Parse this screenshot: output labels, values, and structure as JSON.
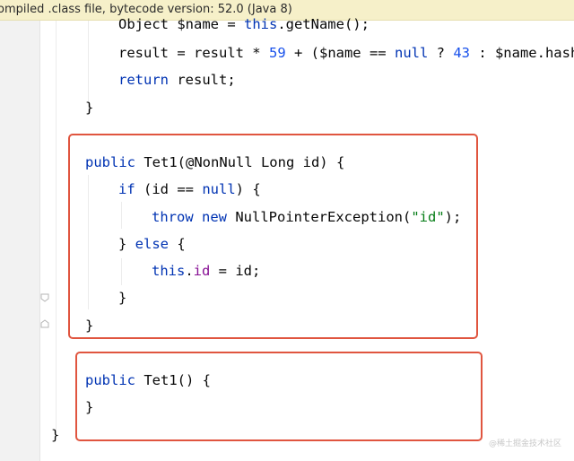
{
  "banner": {
    "text": "ompiled .class file, bytecode version: 52.0 (Java 8)"
  },
  "code": {
    "line_name": [
      {
        "t": "Object $name = ",
        "c": ""
      },
      {
        "t": "this",
        "c": "kw"
      },
      {
        "t": ".getName();",
        "c": ""
      }
    ],
    "line_result": [
      {
        "t": "result = result * ",
        "c": ""
      },
      {
        "t": "59",
        "c": "num"
      },
      {
        "t": " + ($name == ",
        "c": ""
      },
      {
        "t": "null",
        "c": "kw"
      },
      {
        "t": " ? ",
        "c": ""
      },
      {
        "t": "43",
        "c": "num"
      },
      {
        "t": " : $name.hashC",
        "c": ""
      }
    ],
    "line_return": [
      {
        "t": "return",
        "c": "kw"
      },
      {
        "t": " result;",
        "c": ""
      }
    ],
    "line_close_1": [
      {
        "t": "}",
        "c": ""
      }
    ],
    "line_ctor1": [
      {
        "t": "public",
        "c": "kw"
      },
      {
        "t": " Tet1(@NonNull Long id) {",
        "c": ""
      }
    ],
    "line_if": [
      {
        "t": "if",
        "c": "kw"
      },
      {
        "t": " (id == ",
        "c": ""
      },
      {
        "t": "null",
        "c": "kw"
      },
      {
        "t": ") {",
        "c": ""
      }
    ],
    "line_throw": [
      {
        "t": "throw",
        "c": "kw"
      },
      {
        "t": " ",
        "c": ""
      },
      {
        "t": "new",
        "c": "kw"
      },
      {
        "t": " NullPointerException(",
        "c": ""
      },
      {
        "t": "\"id\"",
        "c": "str"
      },
      {
        "t": ");",
        "c": ""
      }
    ],
    "line_else": [
      {
        "t": "} ",
        "c": ""
      },
      {
        "t": "else",
        "c": "kw"
      },
      {
        "t": " {",
        "c": ""
      }
    ],
    "line_assign": [
      {
        "t": "this",
        "c": "kw"
      },
      {
        "t": ".",
        "c": ""
      },
      {
        "t": "id",
        "c": "fld"
      },
      {
        "t": " = id;",
        "c": ""
      }
    ],
    "line_close_if": [
      {
        "t": "}",
        "c": ""
      }
    ],
    "line_close_ctor1": [
      {
        "t": "}",
        "c": ""
      }
    ],
    "line_ctor2": [
      {
        "t": "public",
        "c": "kw"
      },
      {
        "t": " Tet1() {",
        "c": ""
      }
    ],
    "line_close_ctor2": [
      {
        "t": "}",
        "c": ""
      }
    ],
    "line_close_class": [
      {
        "t": "}",
        "c": ""
      }
    ]
  },
  "colors": {
    "keyword": "#0033b3",
    "number": "#1750eb",
    "string": "#067d17",
    "field": "#871094",
    "highlight_box": "#e0553f",
    "banner_bg": "#f6f0c9"
  },
  "watermark": "@稀土掘金技术社区"
}
